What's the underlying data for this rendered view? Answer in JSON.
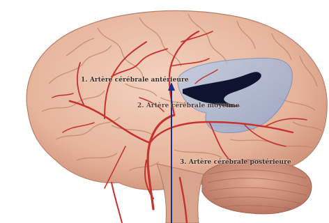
{
  "labels": {
    "anterior": "1. Artère cérébrale antérieure",
    "middle": "2. Artère cérébrale moyenne",
    "posterior": "3. Artère cérébrale postérieure"
  },
  "colors": {
    "brain": "#e8b9a1",
    "brain_dark": "#c98c73",
    "artery": "#c6332e",
    "ventricle": "#9fb6d8",
    "ventricle_dark": "#0e1430",
    "arrow": "#1a2f8a",
    "cerebellum": "#d5957f"
  }
}
